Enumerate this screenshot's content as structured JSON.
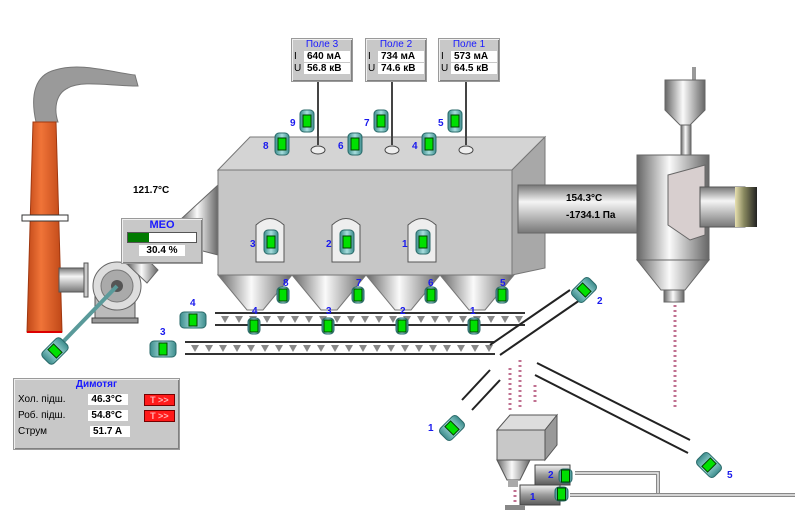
{
  "fields": [
    {
      "title": "Поле 3",
      "I_label": "I",
      "I": "640 мА",
      "U_label": "U",
      "U": "56.8 кВ"
    },
    {
      "title": "Поле 2",
      "I_label": "I",
      "I": "734 мА",
      "U_label": "U",
      "U": "74.6 кВ"
    },
    {
      "title": "Поле 1",
      "I_label": "I",
      "I": "573 мА",
      "U_label": "U",
      "U": "64.5 кВ"
    }
  ],
  "inlet_temperature": "121.7°C",
  "outlet": {
    "temperature": "154.3°C",
    "pressure": "-1734.1 Па"
  },
  "meo": {
    "title": "МЕО",
    "value": "30.4 %",
    "fraction": 0.304
  },
  "fan": {
    "title": "Димотяг",
    "rows": [
      {
        "label": "Хол. підш.",
        "value": "46.3°C",
        "alarm": "T >>"
      },
      {
        "label": "Роб. підш.",
        "value": "54.8°C",
        "alarm": "T >>"
      },
      {
        "label": "Струм",
        "value": "51.7 A"
      }
    ]
  },
  "top_shakers": [
    "9",
    "8",
    "7",
    "6",
    "5",
    "4"
  ],
  "side_shakers": [
    "3",
    "2",
    "1"
  ],
  "hopper_valves": [
    "4",
    "3",
    "2",
    "1"
  ],
  "hopper_valves_upper": [
    "8",
    "7",
    "6",
    "5"
  ],
  "conveyor_motors": [
    "4",
    "3"
  ],
  "incline_motors": [
    "2",
    "1",
    "5"
  ],
  "pump_labels": [
    "2",
    "1"
  ],
  "colors": {
    "on": "#00e000",
    "label": "#1a1aee",
    "alarm": "#ff1a1a",
    "chimney": "#e8642a"
  }
}
